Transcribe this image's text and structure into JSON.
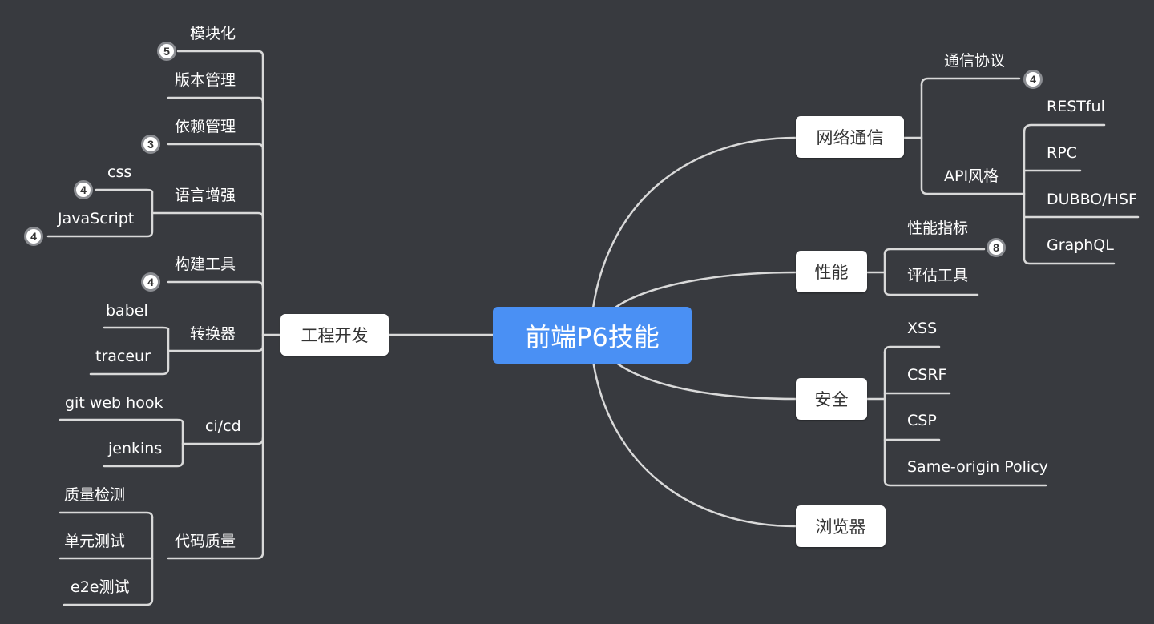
{
  "root": "前端P6技能",
  "left": {
    "main": "工程开发",
    "items": {
      "modularization": "模块化",
      "version_mgmt": "版本管理",
      "dependency_mgmt": "依赖管理",
      "language_enhance": "语言增强",
      "build_tools": "构建工具",
      "transpiler": "转换器",
      "cicd": "ci/cd",
      "code_quality": "代码质量"
    },
    "language_children": [
      "css",
      "JavaScript"
    ],
    "transpiler_children": [
      "babel",
      "traceur"
    ],
    "cicd_children": [
      "git web hook",
      "jenkins"
    ],
    "quality_children": [
      "质量检测",
      "单元测试",
      "e2e测试"
    ],
    "badges": {
      "modularization": "5",
      "dependency_mgmt": "3",
      "css": "4",
      "javascript": "4",
      "build_tools": "4"
    }
  },
  "right": {
    "network": {
      "label": "网络通信",
      "protocol": "通信协议",
      "protocol_badge": "4",
      "api_style": "API风格",
      "api_children": [
        "RESTful",
        "RPC",
        "DUBBO/HSF",
        "GraphQL"
      ]
    },
    "performance": {
      "label": "性能",
      "metrics": "性能指标",
      "metrics_badge": "8",
      "tools": "评估工具"
    },
    "security": {
      "label": "安全",
      "children": [
        "XSS",
        "CSRF",
        "CSP",
        "Same-origin Policy"
      ]
    },
    "browser": {
      "label": "浏览器"
    }
  },
  "colors": {
    "background": "#383a3f",
    "root": "#4a90f4",
    "line": "#d9d9d9"
  }
}
